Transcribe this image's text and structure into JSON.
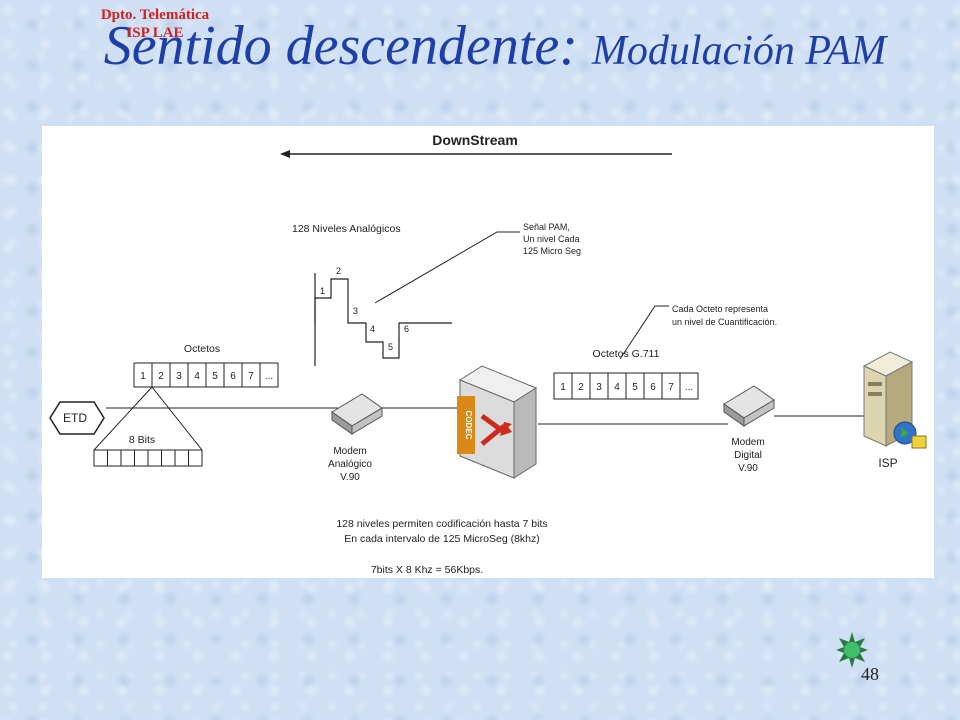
{
  "slide": {
    "dept_line1": "Dpto. Telemática",
    "dept_line2": "ISP LAE",
    "title_main": "Sentido descendente: ",
    "title_sub": "Modulación PAM",
    "page_number": "48"
  },
  "diagram": {
    "downstream": "DownStream",
    "levels_title": "128 Niveles Analógicos",
    "pam_line1": "Señal PAM,",
    "pam_line2": "Un nivel Cada",
    "pam_line3": "125 Micro Seg",
    "levels": [
      "1",
      "2",
      "3",
      "4",
      "5",
      "6"
    ],
    "octet_note1": "Cada Octeto representa",
    "octet_note2": "un nivel de Cuantificación.",
    "octetos_left_label": "Octetos",
    "octetos_right_label": "Octetos G.711",
    "octet_cells": [
      "1",
      "2",
      "3",
      "4",
      "5",
      "6",
      "7",
      "..."
    ],
    "etd": "ETD",
    "bits_label": "8 Bits",
    "modem_analog_1": "Modem",
    "modem_analog_2": "Analógico",
    "modem_analog_3": "V.90",
    "codec": "CODEC",
    "modem_digital_1": "Modem",
    "modem_digital_2": "Digital",
    "modem_digital_3": "V.90",
    "isp": "ISP",
    "note1": "128 niveles permiten codificación hasta 7 bits",
    "note2": "En cada intervalo de 125 MicroSeg (8khz)",
    "note3": "7bits X 8 Khz = 56Kbps."
  }
}
